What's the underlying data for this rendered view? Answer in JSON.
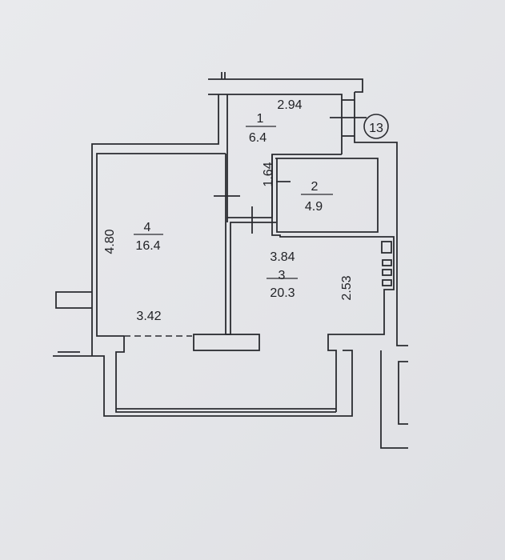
{
  "plan": {
    "apartment_number": "13",
    "rooms": [
      {
        "number": "1",
        "area": "6.4"
      },
      {
        "number": "2",
        "area": "4.9"
      },
      {
        "number": "3",
        "area": "20.3"
      },
      {
        "number": "4",
        "area": "16.4"
      }
    ],
    "dimensions": {
      "room1_width": "2.94",
      "room2_height": "1.64",
      "room3_width": "3.84",
      "room3_depth": "2.53",
      "room4_height": "4.80",
      "room4_width": "3.42"
    }
  }
}
